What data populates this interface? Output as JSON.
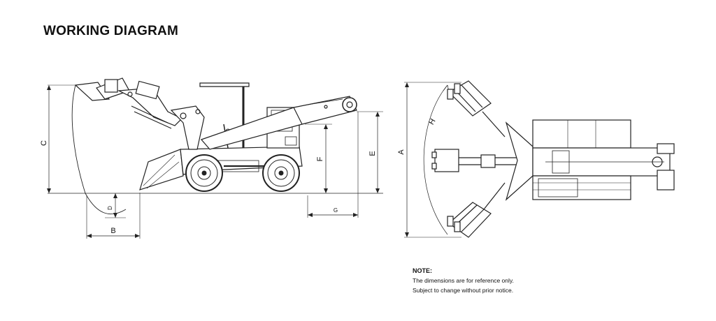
{
  "title": "WORKING DIAGRAM",
  "dimensions": {
    "A": "A",
    "B": "B",
    "C": "C",
    "D": "D",
    "E": "E",
    "F": "F",
    "G": "G",
    "H": "H"
  },
  "note": {
    "heading": "NOTE:",
    "lines": [
      "The dimensions are for reference only.",
      "Subject to change without prior notice."
    ]
  }
}
